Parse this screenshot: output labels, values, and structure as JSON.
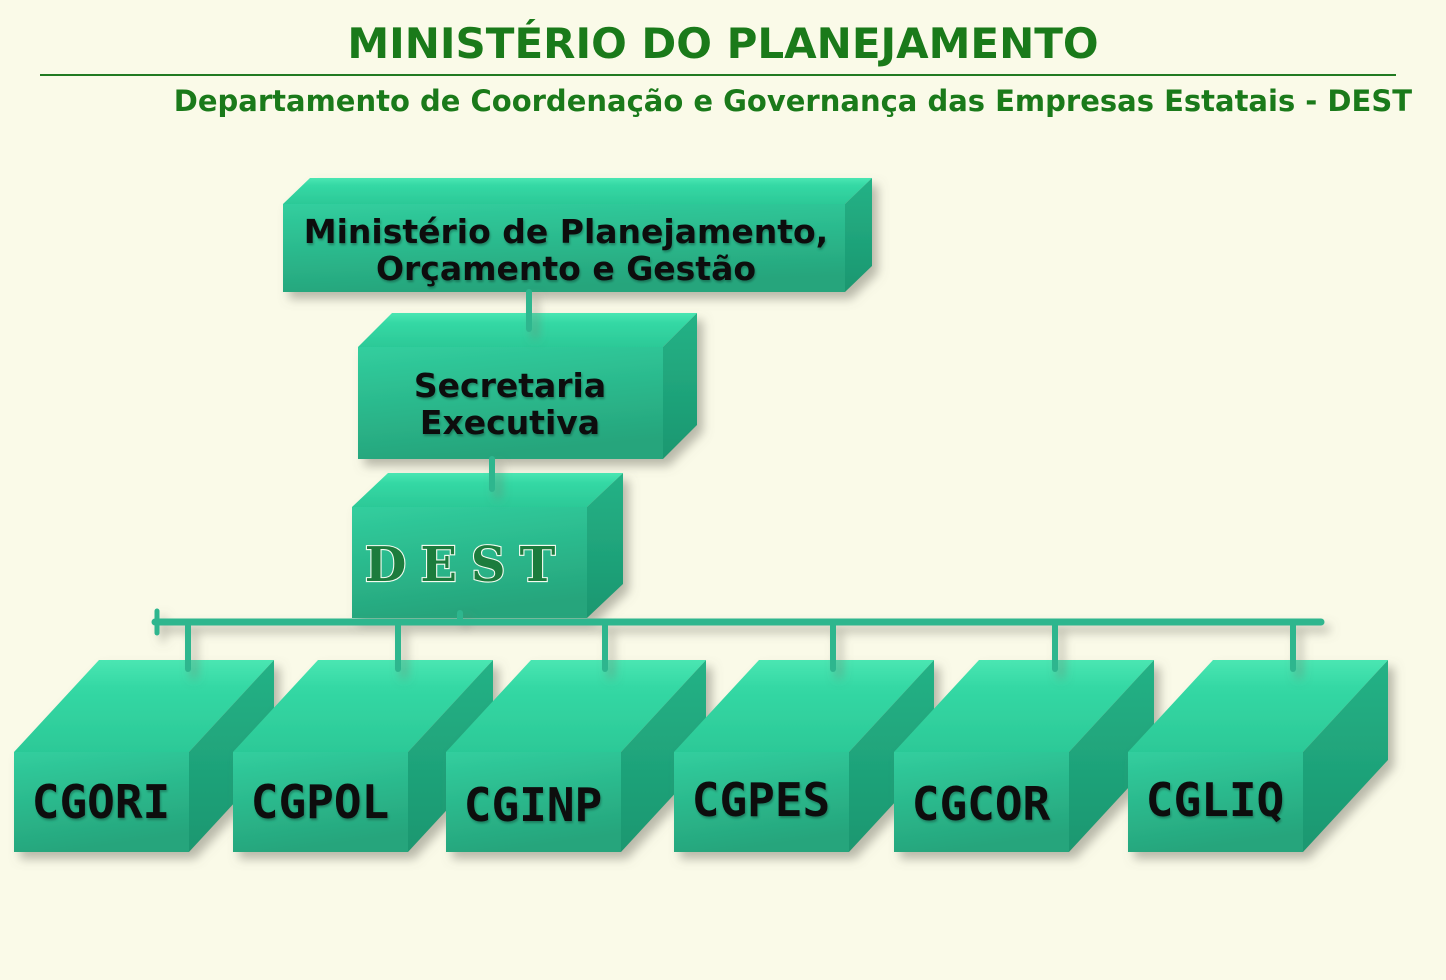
{
  "page": {
    "background_color": "#FAFAE8"
  },
  "header": {
    "title": "MINISTÉRIO DO PLANEJAMENTO",
    "subtitle": "Departamento de Coordenação e Governança das Empresas Estatais - DEST",
    "text_color": "#1A7A1A"
  },
  "org_chart": {
    "type": "org-chart",
    "nodes": {
      "ministerio": {
        "line1": "Ministério de Planejamento,",
        "line2": "Orçamento e Gestão"
      },
      "secretaria": {
        "line1": "Secretaria",
        "line2": "Executiva"
      },
      "dest": {
        "label": "DEST"
      }
    },
    "departments": [
      "CGORI",
      "CGPOL",
      "CGINP",
      "CGPES",
      "CGCOR",
      "CGLIQ"
    ],
    "hierarchy": {
      "label": "Ministério de Planejamento, Orçamento e Gestão",
      "children": [
        {
          "label": "Secretaria Executiva",
          "children": [
            {
              "label": "DEST",
              "children": [
                {
                  "label": "CGORI"
                },
                {
                  "label": "CGPOL"
                },
                {
                  "label": "CGINP"
                },
                {
                  "label": "CGPES"
                },
                {
                  "label": "CGCOR"
                },
                {
                  "label": "CGLIQ"
                }
              ]
            }
          ]
        }
      ]
    },
    "colors": {
      "box_top_face": "#3ADFAB",
      "box_front_face": "#2BBE91",
      "box_side_face": "#1FA077",
      "connector": "#2FB68E",
      "node_text": "#0B0B0B",
      "dest_text": "#1B7C3D",
      "dest_text_outline": "#F5FBF1"
    }
  }
}
